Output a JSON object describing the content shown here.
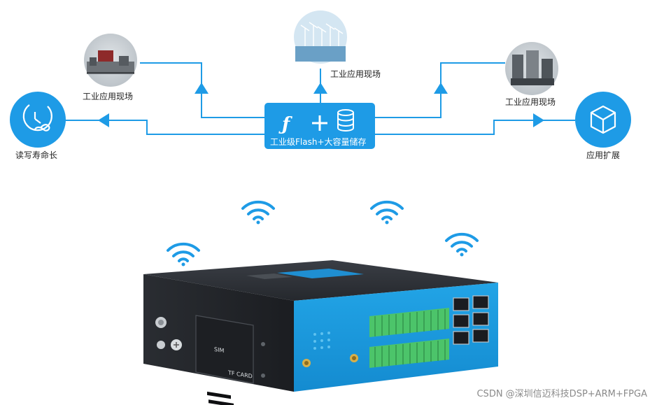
{
  "diagram": {
    "hub_label": "工业级Flash+大容量储存",
    "nodes": {
      "left_endpoint": "读写寿命长",
      "right_endpoint": "应用扩展",
      "top_left_photo": "工业应用现场",
      "top_center_photo": "工业应用现场",
      "top_right_photo": "工业应用现场"
    }
  },
  "device": {
    "sim_label": "SIM",
    "tf_label": "TF CARD"
  },
  "watermark": "CSDN @深圳信迈科技DSP+ARM+FPGA",
  "colors": {
    "accent": "#1e9be6",
    "accent_dark": "#0f7fc7",
    "panel_blue": "#1896d8",
    "terminal_green": "#4cc46a",
    "chassis": "#2a2d33"
  }
}
